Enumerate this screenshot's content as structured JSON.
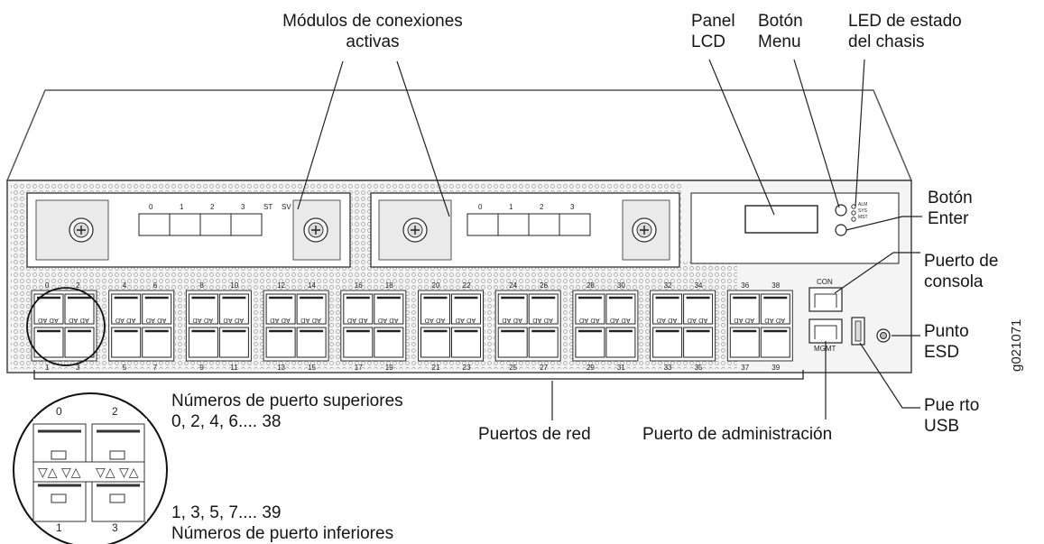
{
  "labels": {
    "modules_1": "Módulos de conexiones",
    "modules_2": "activas",
    "lcd_1": "Panel",
    "lcd_2": "LCD",
    "menu_1": "Botón",
    "menu_2": "Menu",
    "led_1": "LED de estado",
    "led_2": "del chasis",
    "enter_1": "Botón",
    "enter_2": "Enter",
    "console_1": "Puerto de",
    "console_2": "consola",
    "esd_1": "Punto",
    "esd_2": "ESD",
    "usb_1": "Pue rto",
    "usb_2": "USB",
    "network": "Puertos de red",
    "mgmt": "Puerto de administración",
    "top_ports_1": "Números de puerto superiores",
    "top_ports_2": "0, 2, 4, 6.... 38",
    "bottom_ports_1": "1, 3, 5, 7.... 39",
    "bottom_ports_2": "Números de puerto inferiores"
  },
  "figure_id": "g021071",
  "panel_text": {
    "con": "CON",
    "mgmt": "MGMT",
    "st": "ST",
    "sv": "SV",
    "led1": "ALM",
    "led2": "SYS",
    "led3": "MST"
  },
  "module_ports": [
    "0",
    "1",
    "2",
    "3"
  ],
  "port_groups": [
    {
      "top": [
        "0",
        "2"
      ],
      "bottom": [
        "1",
        "3"
      ]
    },
    {
      "top": [
        "4",
        "6"
      ],
      "bottom": [
        "5",
        "7"
      ]
    },
    {
      "top": [
        "8",
        "10"
      ],
      "bottom": [
        "9",
        "11"
      ]
    },
    {
      "top": [
        "12",
        "14"
      ],
      "bottom": [
        "13",
        "15"
      ]
    },
    {
      "top": [
        "16",
        "18"
      ],
      "bottom": [
        "17",
        "19"
      ]
    },
    {
      "top": [
        "20",
        "22"
      ],
      "bottom": [
        "21",
        "23"
      ]
    },
    {
      "top": [
        "24",
        "26"
      ],
      "bottom": [
        "25",
        "27"
      ]
    },
    {
      "top": [
        "28",
        "30"
      ],
      "bottom": [
        "29",
        "31"
      ]
    },
    {
      "top": [
        "32",
        "34"
      ],
      "bottom": [
        "33",
        "35"
      ]
    },
    {
      "top": [
        "36",
        "38"
      ],
      "bottom": [
        "37",
        "39"
      ]
    }
  ],
  "zoom": {
    "top": [
      "0",
      "2"
    ],
    "bottom": [
      "1",
      "3"
    ]
  }
}
